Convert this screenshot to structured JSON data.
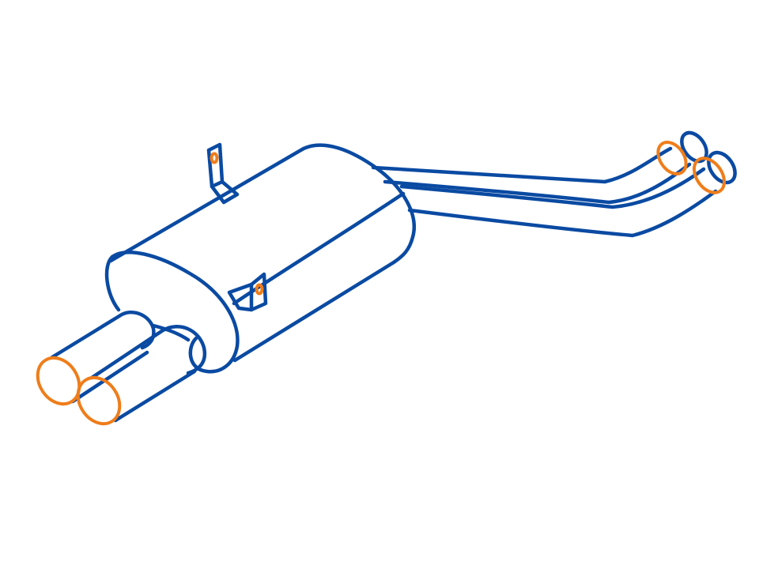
{
  "illustration": {
    "subject": "exhaust-muffler-rear-section",
    "background_color": "#ffffff",
    "outline_color": "#0a4aa2",
    "highlight_color": "#ef7d1a",
    "tailpipe_count": 2,
    "inlet_pipe_count": 2,
    "mounting_bracket_count": 2
  }
}
